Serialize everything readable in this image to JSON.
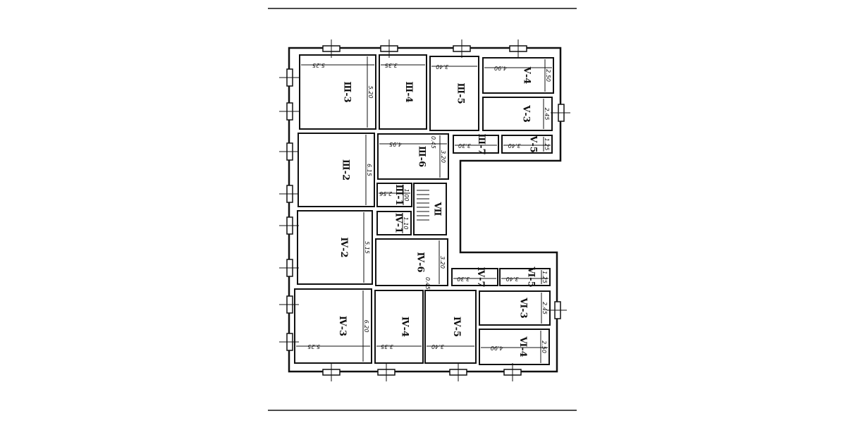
{
  "rooms": [
    {
      "label": "Ⅲ-3",
      "width": "5.25",
      "depth": "5.20"
    },
    {
      "label": "Ⅲ-4",
      "width": "3.35",
      "depth": ""
    },
    {
      "label": "Ⅲ-5",
      "width": "3.40",
      "depth": ""
    },
    {
      "label": "Ⅴ-4",
      "width": "4.90",
      "depth": "2.50"
    },
    {
      "label": "Ⅴ-3",
      "width": "",
      "depth": "2.45"
    },
    {
      "label": "Ⅲ-7",
      "width": "3.30",
      "depth": ""
    },
    {
      "label": "Ⅴ-5",
      "width": "3.40",
      "depth": "1.25"
    },
    {
      "label": "Ⅲ-2",
      "width": "",
      "depth": "6.15"
    },
    {
      "label": "Ⅲ-6",
      "width": "4.95",
      "depth": "3.20"
    },
    {
      "label": "Ⅲ-1",
      "width": "2.56",
      "depth": "1.00"
    },
    {
      "label": "Ⅶ",
      "width": "",
      "depth": ""
    },
    {
      "label": "Ⅳ-1",
      "width": "",
      "depth": "1.10"
    },
    {
      "label": "Ⅳ-2",
      "width": "",
      "depth": "5.15"
    },
    {
      "label": "Ⅳ-6",
      "width": "",
      "depth": "3.20"
    },
    {
      "label": "Ⅳ-7",
      "width": "3.30",
      "depth": ""
    },
    {
      "label": "Ⅵ-5",
      "width": "3.40",
      "depth": "1.25"
    },
    {
      "label": "Ⅳ-3",
      "width": "5.25",
      "depth": "6.20"
    },
    {
      "label": "Ⅳ-4",
      "width": "3.35",
      "depth": ""
    },
    {
      "label": "Ⅳ-5",
      "width": "3.40",
      "depth": ""
    },
    {
      "label": "Ⅵ-3",
      "width": "",
      "depth": "2.45"
    },
    {
      "label": "Ⅵ-4",
      "width": "4.90",
      "depth": "2.50"
    }
  ],
  "notes": [
    "0.45",
    "0.45"
  ]
}
